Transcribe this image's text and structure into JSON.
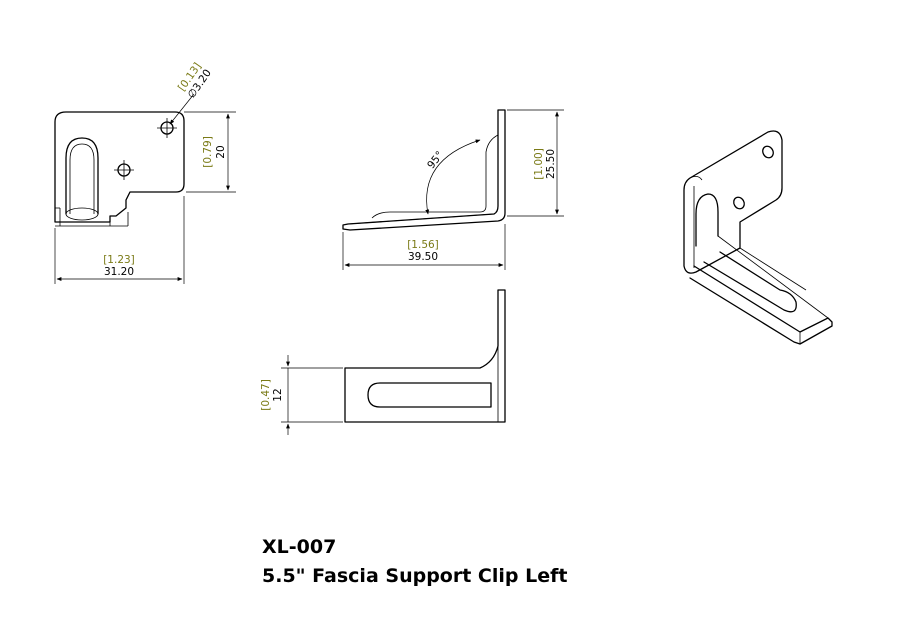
{
  "title": {
    "part_number": "XL-007",
    "part_name": "5.5\" Fascia Support Clip Left"
  },
  "dimensions": {
    "hole_in": "[0.13]",
    "hole_mm": "∅3.20",
    "front_height_in": "[0.79]",
    "front_height_mm": "20",
    "front_width_in": "[1.23]",
    "front_width_mm": "31.20",
    "angle": "95°",
    "side_height_in": "[1.00]",
    "side_height_mm": "25.50",
    "side_length_in": "[1.56]",
    "side_length_mm": "39.50",
    "top_width_in": "[0.47]",
    "top_width_mm": "12"
  },
  "colors": {
    "line": "#000000",
    "bracket_text": "#7a7a16",
    "background": "#ffffff"
  }
}
